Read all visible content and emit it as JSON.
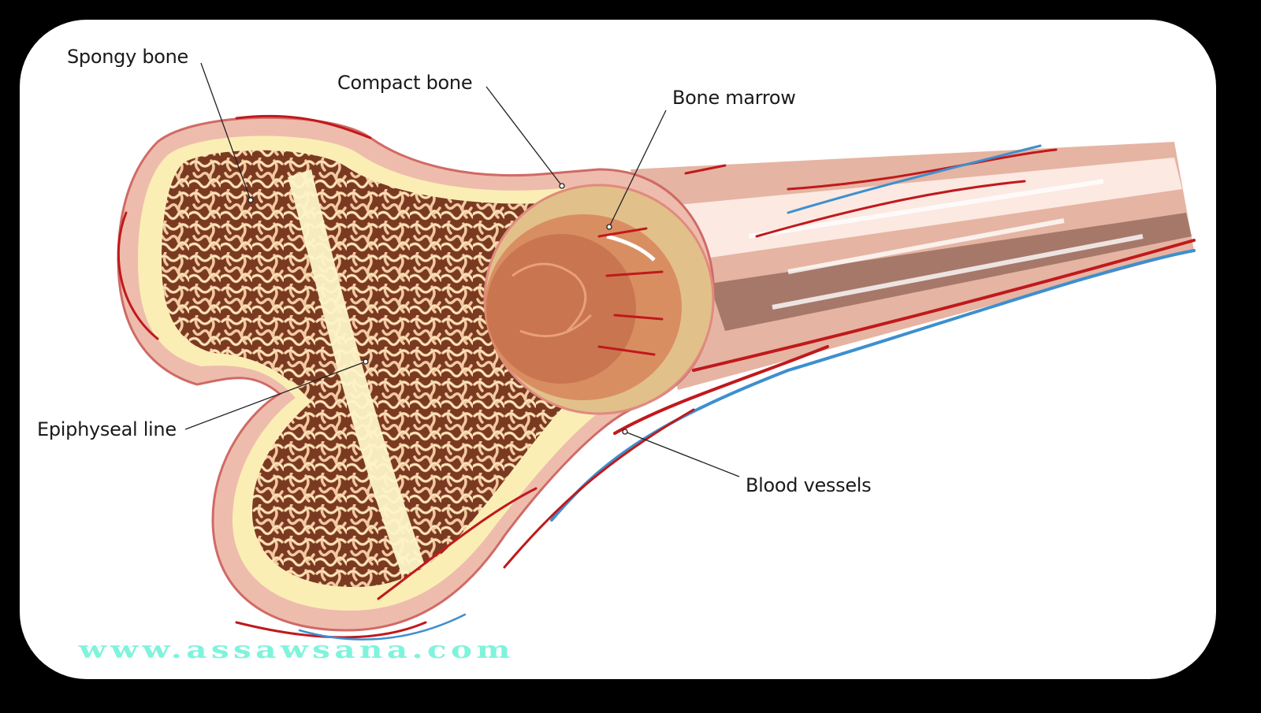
{
  "labels": {
    "spongy_bone": "Spongy bone",
    "compact_bone": "Compact bone",
    "bone_marrow": "Bone marrow",
    "epiphyseal_line": "Epiphyseal line",
    "blood_vessels": "Blood vessels"
  },
  "watermark": "www.assawsana.com",
  "colors": {
    "background": "#000000",
    "card": "#ffffff",
    "bone_outer": "#eebcac",
    "compact_yellow": "#fbeeb5",
    "spongy": "#7a3a22",
    "marrow": "#c97650",
    "artery": "#c0191c",
    "vein": "#3d8fcf",
    "watermark": "#7ff3dc"
  }
}
